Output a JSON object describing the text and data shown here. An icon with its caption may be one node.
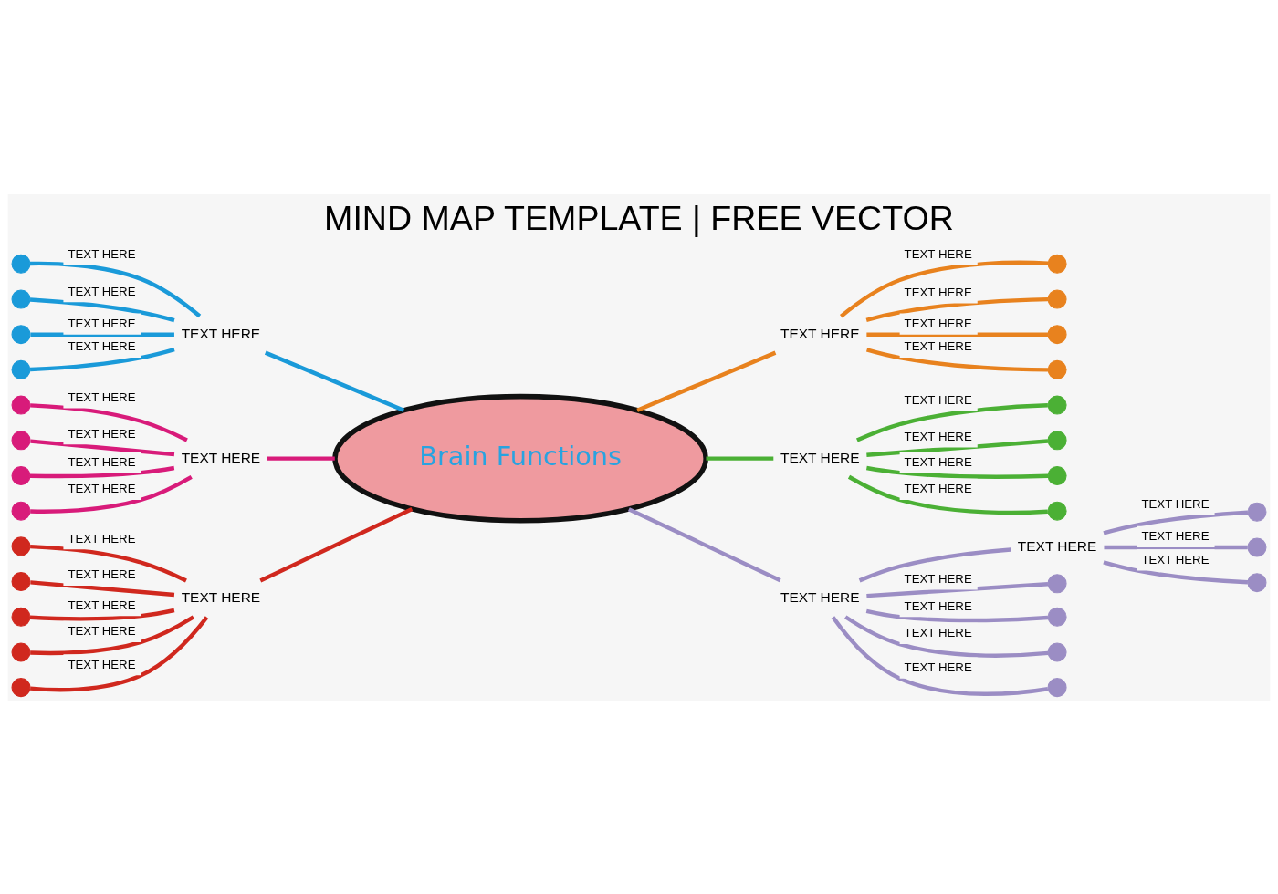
{
  "diagram": {
    "title": "MIND MAP TEMPLATE | FREE VECTOR",
    "nodes": [
      {
        "text": [
          "Brain Functions"
        ]
      },
      {
        "text": [
          "TEXT HERE"
        ]
      },
      {
        "text": [],
        "shape": "circle"
      },
      {
        "text": [],
        "shape": "circle"
      },
      {
        "text": [],
        "shape": "circle"
      },
      {
        "text": [],
        "shape": "circle"
      },
      {
        "text": [
          "TEXT HERE"
        ]
      },
      {
        "text": [],
        "shape": "circle"
      },
      {
        "text": [],
        "shape": "circle"
      },
      {
        "text": [],
        "shape": "circle"
      },
      {
        "text": [],
        "shape": "circle"
      },
      {
        "text": [
          "TEXT HERE"
        ]
      },
      {
        "text": [],
        "shape": "circle"
      },
      {
        "text": [],
        "shape": "circle"
      },
      {
        "text": [],
        "shape": "circle"
      },
      {
        "text": [],
        "shape": "circle"
      },
      {
        "text": [
          "TEXT HERE"
        ]
      },
      {
        "text": [
          "TEXT HERE"
        ]
      },
      {
        "text": [],
        "shape": "circle"
      },
      {
        "text": [],
        "shape": "circle"
      },
      {
        "text": [],
        "shape": "circle"
      },
      {
        "text": [],
        "shape": "circle"
      },
      {
        "text": [],
        "shape": "circle"
      },
      {
        "text": [],
        "shape": "circle"
      },
      {
        "text": [],
        "shape": "circle"
      },
      {
        "text": [
          "TEXT HERE"
        ]
      },
      {
        "text": [],
        "shape": "circle"
      },
      {
        "text": [],
        "shape": "circle"
      },
      {
        "text": [],
        "shape": "circle"
      },
      {
        "text": [],
        "shape": "circle"
      },
      {
        "text": [
          "TEXT HERE"
        ]
      },
      {
        "text": [],
        "shape": "circle"
      },
      {
        "text": [],
        "shape": "circle"
      },
      {
        "text": [],
        "shape": "circle"
      },
      {
        "text": [],
        "shape": "circle"
      },
      {
        "text": [],
        "shape": "circle"
      }
    ],
    "edges": [
      {
        "from": 0,
        "to": 1,
        "arrow": "none",
        "color": "#1a9ad9"
      },
      {
        "from": 1,
        "to": 2,
        "label": "TEXT HERE",
        "arrow": "none",
        "color": "#1a9ad9"
      },
      {
        "from": 1,
        "to": 3,
        "label": "TEXT HERE",
        "arrow": "none",
        "color": "#1a9ad9"
      },
      {
        "from": 1,
        "to": 4,
        "label": "TEXT HERE",
        "arrow": "none",
        "color": "#1a9ad9"
      },
      {
        "from": 1,
        "to": 5,
        "label": "TEXT HERE",
        "arrow": "none",
        "color": "#1a9ad9"
      },
      {
        "from": 0,
        "to": 6,
        "arrow": "none",
        "color": "#e8821e"
      },
      {
        "from": 6,
        "to": 7,
        "label": "TEXT HERE",
        "arrow": "none",
        "color": "#e8821e"
      },
      {
        "from": 6,
        "to": 8,
        "label": "TEXT HERE",
        "arrow": "none",
        "color": "#e8821e"
      },
      {
        "from": 6,
        "to": 9,
        "label": "TEXT HERE",
        "arrow": "none",
        "color": "#e8821e"
      },
      {
        "from": 6,
        "to": 10,
        "label": "TEXT HERE",
        "arrow": "none",
        "color": "#e8821e"
      },
      {
        "from": 0,
        "to": 11,
        "arrow": "none",
        "color": "#4bb035"
      },
      {
        "from": 11,
        "to": 12,
        "label": "TEXT HERE",
        "arrow": "none",
        "color": "#4bb035"
      },
      {
        "from": 11,
        "to": 13,
        "label": "TEXT HERE",
        "arrow": "none",
        "color": "#4bb035"
      },
      {
        "from": 11,
        "to": 14,
        "label": "TEXT HERE",
        "arrow": "none",
        "color": "#4bb035"
      },
      {
        "from": 11,
        "to": 15,
        "label": "TEXT HERE",
        "arrow": "none",
        "color": "#4bb035"
      },
      {
        "from": 0,
        "to": 16,
        "arrow": "none",
        "color": "#9b8dc4"
      },
      {
        "from": 16,
        "to": 17,
        "arrow": "none",
        "color": "#9b8dc4"
      },
      {
        "from": 17,
        "to": 18,
        "label": "TEXT HERE",
        "arrow": "none",
        "color": "#9b8dc4"
      },
      {
        "from": 17,
        "to": 19,
        "label": "TEXT HERE",
        "arrow": "none",
        "color": "#9b8dc4"
      },
      {
        "from": 17,
        "to": 20,
        "label": "TEXT HERE",
        "arrow": "none",
        "color": "#9b8dc4"
      },
      {
        "from": 16,
        "to": 21,
        "label": "TEXT HERE",
        "arrow": "none",
        "color": "#9b8dc4"
      },
      {
        "from": 16,
        "to": 22,
        "label": "TEXT HERE",
        "arrow": "none",
        "color": "#9b8dc4"
      },
      {
        "from": 16,
        "to": 23,
        "label": "TEXT HERE",
        "arrow": "none",
        "color": "#9b8dc4"
      },
      {
        "from": 16,
        "to": 24,
        "label": "TEXT HERE",
        "arrow": "none",
        "color": "#9b8dc4"
      },
      {
        "from": 0,
        "to": 25,
        "arrow": "none",
        "color": "#d81b7a"
      },
      {
        "from": 25,
        "to": 26,
        "label": "TEXT HERE",
        "arrow": "none",
        "color": "#d81b7a"
      },
      {
        "from": 25,
        "to": 27,
        "label": "TEXT HERE",
        "arrow": "none",
        "color": "#d81b7a"
      },
      {
        "from": 25,
        "to": 28,
        "label": "TEXT HERE",
        "arrow": "none",
        "color": "#d81b7a"
      },
      {
        "from": 25,
        "to": 29,
        "label": "TEXT HERE",
        "arrow": "none",
        "color": "#d81b7a"
      },
      {
        "from": 0,
        "to": 30,
        "arrow": "none",
        "color": "#d0281e"
      },
      {
        "from": 30,
        "to": 31,
        "label": "TEXT HERE",
        "arrow": "none",
        "color": "#d0281e"
      },
      {
        "from": 30,
        "to": 32,
        "label": "TEXT HERE",
        "arrow": "none",
        "color": "#d0281e"
      },
      {
        "from": 30,
        "to": 33,
        "label": "TEXT HERE",
        "arrow": "none",
        "color": "#d0281e"
      },
      {
        "from": 30,
        "to": 34,
        "label": "TEXT HERE",
        "arrow": "none",
        "color": "#d0281e"
      },
      {
        "from": 30,
        "to": 35,
        "label": "TEXT HERE",
        "arrow": "none",
        "color": "#d0281e"
      }
    ]
  }
}
